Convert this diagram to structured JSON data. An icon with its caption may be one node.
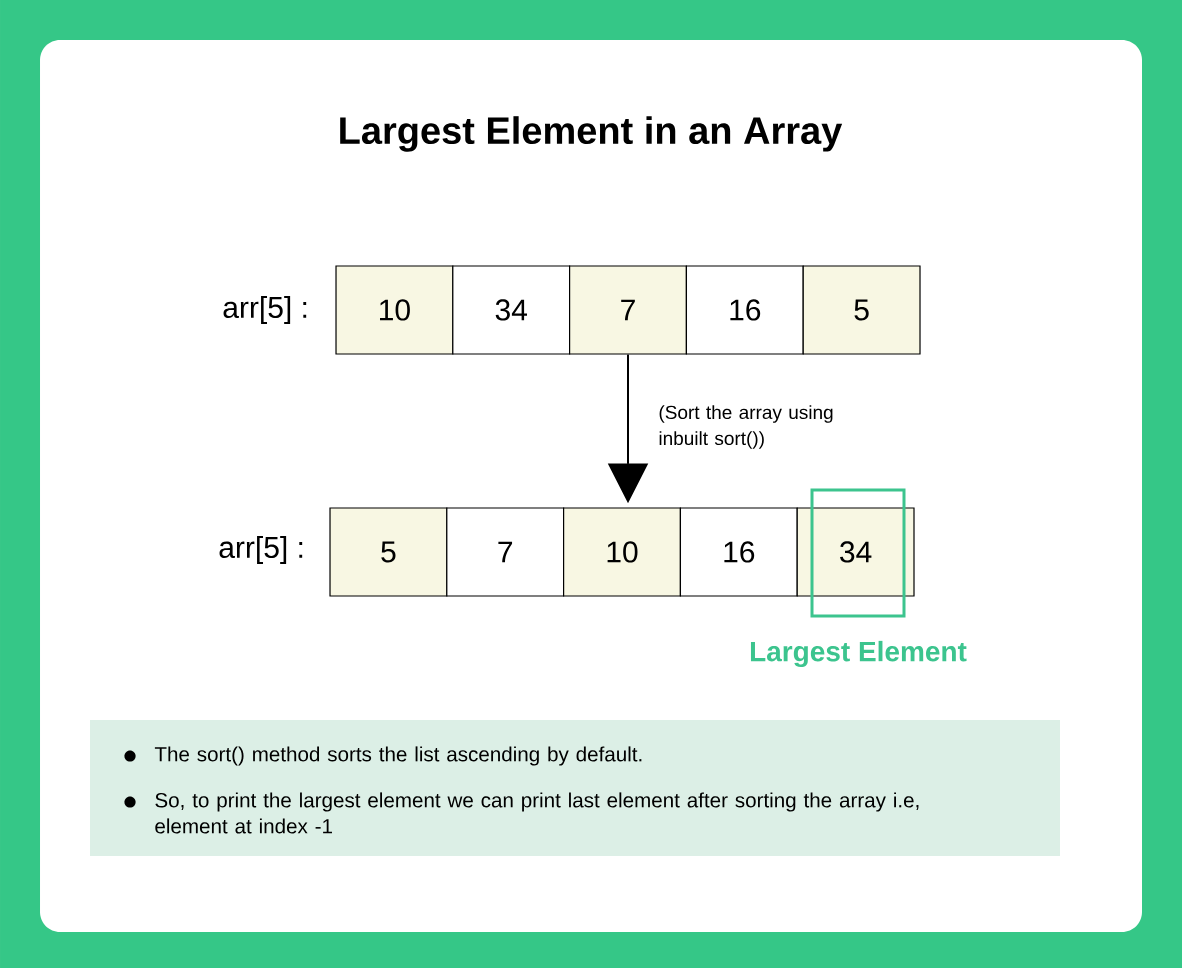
{
  "diagram": {
    "title": "Largest Element in an Array",
    "nodes": [
      {
        "text": [
          "10"
        ]
      },
      {
        "text": [
          "34"
        ]
      },
      {
        "text": [
          "7"
        ]
      },
      {
        "text": [
          "16"
        ]
      },
      {
        "text": [
          "5"
        ]
      },
      {
        "text": [
          "5"
        ]
      },
      {
        "text": [
          "7"
        ]
      },
      {
        "text": [
          "10"
        ]
      },
      {
        "text": [
          "16"
        ]
      },
      {
        "text": [
          "34"
        ]
      },
      {
        "text": [
          "Largest Element"
        ]
      },
      {
        "text": [
          "The sort() method sorts the list ascending by default.",
          "So, to print the largest element we can print last element after sorting the array i.e, element at index -1"
        ]
      }
    ],
    "edges": [
      {
        "from": 2,
        "to": 7,
        "arrow": "to",
        "label": "(Sort the array using inbuilt sort())"
      }
    ],
    "labels": [
      "arr[5] :",
      "arr[5] :"
    ]
  }
}
